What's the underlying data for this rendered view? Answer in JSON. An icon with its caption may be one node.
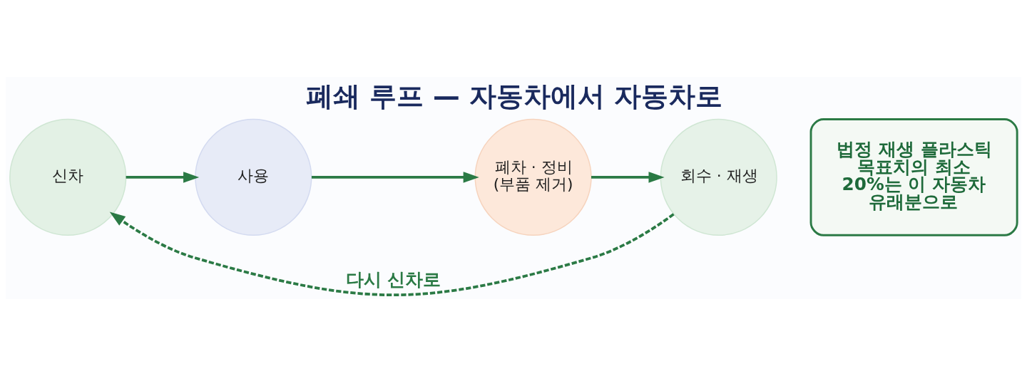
{
  "diagram": {
    "title": "폐쇄 루프 — 자동차에서 자동차로",
    "nodes": [
      {
        "text": [
          "신차"
        ]
      },
      {
        "text": [
          "사용"
        ]
      },
      {
        "text": [
          "폐차 · 정비 (부품 제거)"
        ]
      },
      {
        "text": [
          "회수 · 재생"
        ]
      },
      {
        "text": [
          "법정 재생 플라스틱 목표치의 최소 20%는 이 자동차 유래분으로"
        ]
      }
    ],
    "edges": [
      {
        "from": 0,
        "to": 1,
        "arrow": "to"
      },
      {
        "from": 1,
        "to": 2,
        "arrow": "to"
      },
      {
        "from": 2,
        "to": 3,
        "arrow": "to"
      },
      {
        "from": 3,
        "to": 0,
        "arrow": "to",
        "style": "dashed",
        "label": "다시 신차로"
      }
    ]
  }
}
